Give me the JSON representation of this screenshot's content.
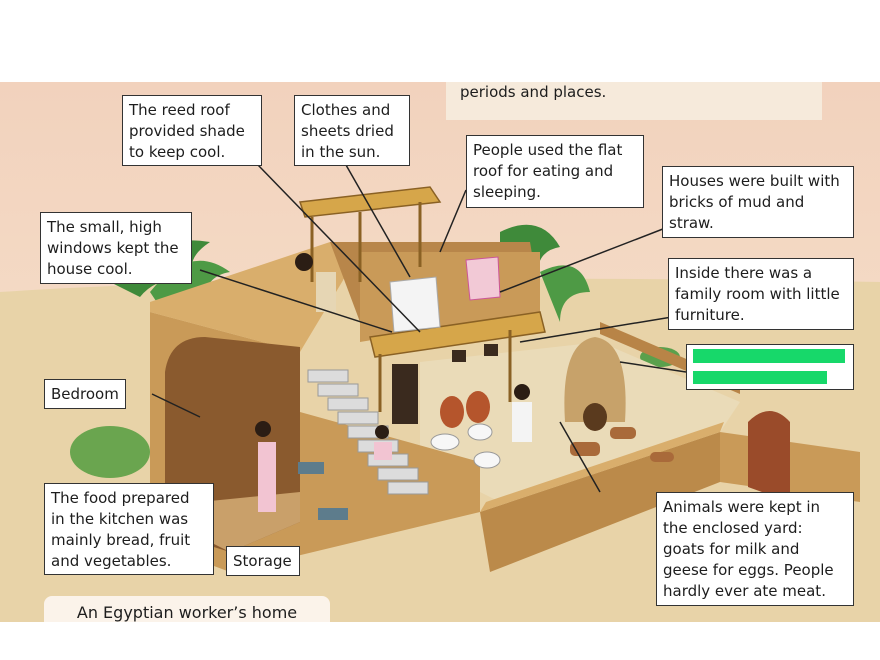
{
  "top_note": "periods and places.",
  "caption": "An Egyptian worker’s home",
  "labels": {
    "reed_roof": "The reed roof\nprovided shade\nto keep cool.",
    "clothes": "Clothes and\nsheets dried\nin the sun.",
    "flat_roof": "People used the flat\nroof for eating and\nsleeping.",
    "bricks": "Houses were built with\nbricks of mud and\nstraw.",
    "windows": "The small, high\nwindows kept the\nhouse cool.",
    "family_room": "Inside there was a\nfamily room with little\nfurniture.",
    "bedroom": "Bedroom",
    "food": "The food prepared\nin the kitchen was\nmainly bread, fruit\nand vegetables.",
    "storage": "Storage",
    "animals": "Animals were kept in\nthe enclosed yard:\ngoats for milk and\ngeese for eggs. People\nhardly ever ate meat."
  },
  "colors": {
    "sky": "#f3d9c6",
    "ground": "#e7cfa0",
    "wall": "#c99a58",
    "wall_dark": "#a97a3e",
    "redaction": "#17d86a"
  }
}
